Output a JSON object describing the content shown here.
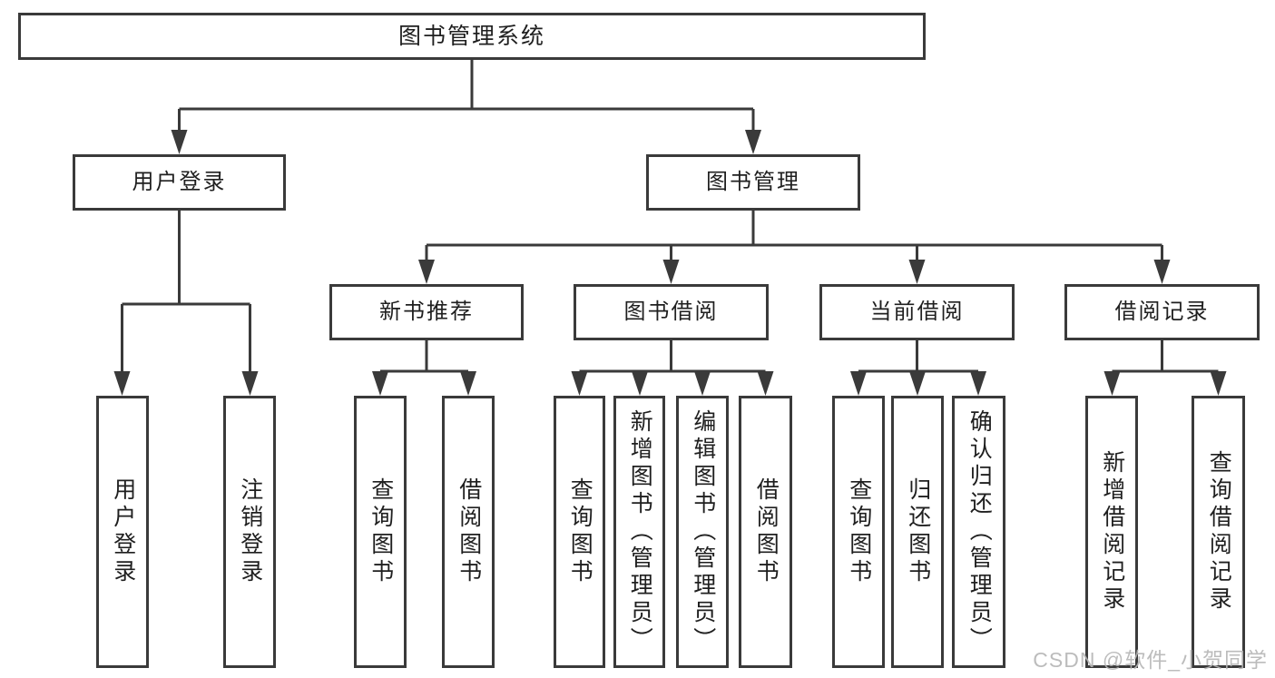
{
  "tree": {
    "root": {
      "label": "图书管理系统"
    },
    "branches": [
      {
        "label": "用户登录",
        "children": [
          {
            "label": "用户登录"
          },
          {
            "label": "注销登录"
          }
        ]
      },
      {
        "label": "图书管理",
        "children": [
          {
            "label": "新书推荐",
            "children": [
              {
                "label": "查询图书"
              },
              {
                "label": "借阅图书"
              }
            ]
          },
          {
            "label": "图书借阅",
            "children": [
              {
                "label": "查询图书"
              },
              {
                "label": "新增图书（管理员）"
              },
              {
                "label": "编辑图书（管理员）"
              },
              {
                "label": "借阅图书"
              }
            ]
          },
          {
            "label": "当前借阅",
            "children": [
              {
                "label": "查询图书"
              },
              {
                "label": "归还图书"
              },
              {
                "label": "确认归还（管理员）"
              }
            ]
          },
          {
            "label": "借阅记录",
            "children": [
              {
                "label": "新增借阅记录"
              },
              {
                "label": "查询借阅记录"
              }
            ]
          }
        ]
      }
    ]
  },
  "watermark": {
    "text": "CSDN @软件_小贺同学"
  },
  "colors": {
    "line": "#3a3a3a",
    "text": "#1f1f1f",
    "watermark": "#b5b5b5",
    "background": "#ffffff"
  }
}
